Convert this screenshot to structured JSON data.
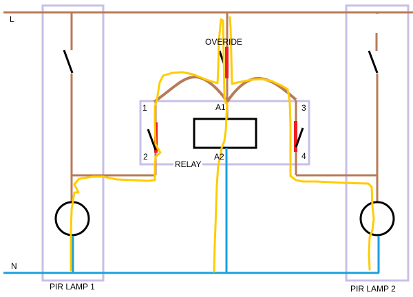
{
  "diagram": {
    "type": "wiring-schematic",
    "colors": {
      "live": "#b97a57",
      "neutral": "#1aa0e0",
      "enclosure": "#c8bfe7",
      "annotation": "#ffcc00",
      "contact_highlight": "#ee1c24",
      "symbol": "#000000",
      "background": "#ffffff"
    },
    "rails": {
      "live_label": "L",
      "neutral_label": "N"
    },
    "components": {
      "pir_lamp_1": {
        "label": "PIR LAMP 1"
      },
      "pir_lamp_2": {
        "label": "PIR LAMP 2"
      },
      "override": {
        "label": "OVERIDE"
      },
      "relay": {
        "label": "RELAY",
        "terminals": {
          "t1": "1",
          "t2": "2",
          "t3": "3",
          "t4": "4",
          "a1": "A1",
          "a2": "A2"
        }
      }
    }
  }
}
